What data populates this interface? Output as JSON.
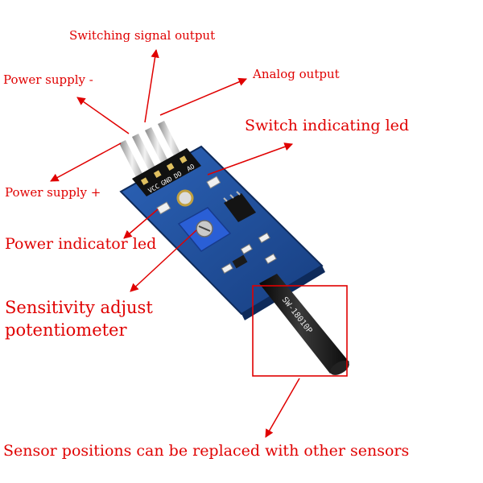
{
  "labels": {
    "switching_signal_output": "Switching signal output",
    "power_supply_minus": "Power supply -",
    "analog_output": "Analog output",
    "switch_indicating_led": "Switch indicating led",
    "power_supply_plus": "Power supply +",
    "power_indicator_led": "Power indicator led",
    "sensitivity_line1": "Sensitivity adjust",
    "sensitivity_line2": "potentiometer",
    "sensor_positions": "Sensor positions can be replaced with other sensors"
  },
  "board": {
    "pin_labels": [
      "VCC",
      "GND",
      "DO",
      "AO"
    ],
    "sensor_marking": "SW-18010P"
  },
  "colors": {
    "annotation": "#e00000",
    "pcb": "#1f4f9c",
    "potentiometer": "#2a5fd6",
    "sensor": "#1a1a1a"
  },
  "icons": {
    "arrow": "arrow-icon"
  }
}
